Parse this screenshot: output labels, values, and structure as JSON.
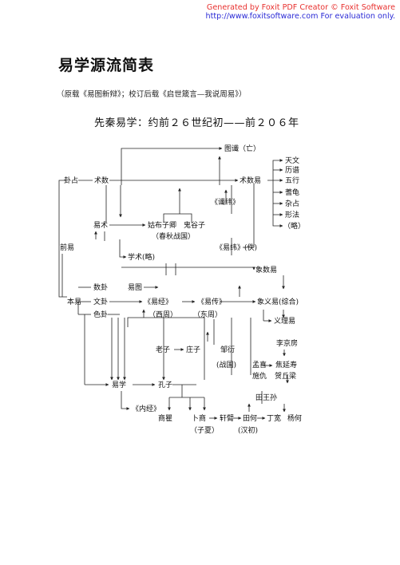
{
  "watermark": {
    "line1": "Generated by Foxit PDF Creator © Foxit Software",
    "line2": "http://www.foxitsoftware.com   For evaluation only."
  },
  "title": "易学源流简表",
  "source_note": "（原载《易图新辩》；校订后载《启世箴言—我说周易》）",
  "subtitle": "先秦易学：约前２６世纪初——前２０６年",
  "nodes": {
    "tuchen": "图谶（亡）",
    "tianwen": "天文",
    "lipu": "历谱",
    "wuxing": "五行",
    "shigui": "蓍龟",
    "zazhan": "杂占",
    "xingfa": "形法",
    "lue1": "（略）",
    "guazhan": "卦占",
    "shushu": "术数",
    "shushuyi": "术数易",
    "chenwei": "《谶纬》",
    "yishu": "易术",
    "gubuzi": "姑布子卿",
    "guiguzi": "鬼谷子",
    "chunqiu": "（春秋战国）",
    "yiwei": "《易纬》(佚)",
    "qianyi": "前易",
    "xueshu": "学术(略)",
    "xiangshuyi": "象数易",
    "shugua": "数卦",
    "yitu": "易图",
    "benyi": "本易",
    "wengua": "文卦",
    "segua": "色卦",
    "yijing": "《易经》",
    "xizhou": "（西周）",
    "yizhuan": "《易传》",
    "dongzhou": "（东周）",
    "xiangyiyi": "象义易(综合)",
    "yiliyi": "义理易",
    "laozi": "老子",
    "zhuangzi": "庄子",
    "zouyan": "邹衍",
    "zhanguo": "(战国)",
    "jingfang": "李京房",
    "mengxi": "孟喜",
    "jiaoyanshou": "焦延寿",
    "shichou": "施仇",
    "liangqiuhe": "贺丘梁",
    "yixue": "易学",
    "kongzi": "孔子",
    "tianwangsun": "田王孙",
    "neijing": "《内经》",
    "shangqu": "商瞿",
    "bushang": "卜商",
    "zixia": "（子夏）",
    "xuanbi": "轩臂",
    "tianhe": "田何",
    "dingkuan": "丁宽",
    "yanghe": "杨何",
    "hanchu": "(汉初)"
  }
}
